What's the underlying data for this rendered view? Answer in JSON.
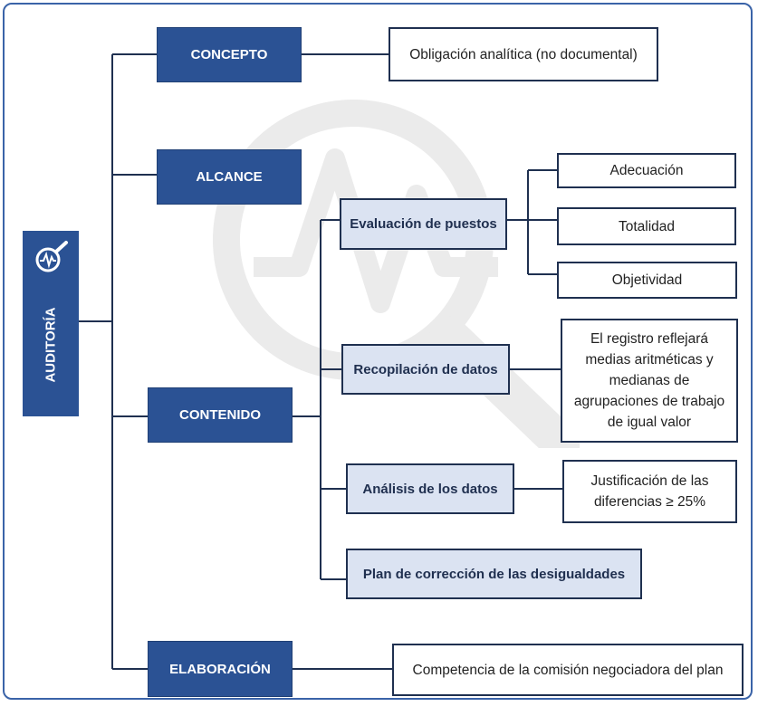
{
  "root": {
    "label": "AUDITORÍA",
    "icon": "magnifier-pulse-icon"
  },
  "branches": {
    "concepto": {
      "label": "CONCEPTO",
      "detail": "Obligación analítica (no documental)"
    },
    "alcance": {
      "label": "ALCANCE"
    },
    "contenido": {
      "label": "CONTENIDO",
      "items": [
        {
          "label": "Evaluación de puestos",
          "details": [
            "Adecuación",
            "Totalidad",
            "Objetividad"
          ]
        },
        {
          "label": "Recopilación de datos",
          "details": [
            "El registro reflejará medias aritméticas y medianas de agrupaciones de trabajo de igual valor"
          ]
        },
        {
          "label": "Análisis de los datos",
          "details": [
            "Justificación de las diferencias ≥ 25%"
          ]
        },
        {
          "label": "Plan de corrección de las desigualdades",
          "details": []
        }
      ]
    },
    "elaboracion": {
      "label": "ELABORACIÓN",
      "detail": "Competencia de la comisión negociadora del plan"
    }
  },
  "colors": {
    "dark_box": "#2b5294",
    "light_box": "#dbe3f2",
    "border": "#1f3050",
    "frame": "#3a63a8"
  }
}
